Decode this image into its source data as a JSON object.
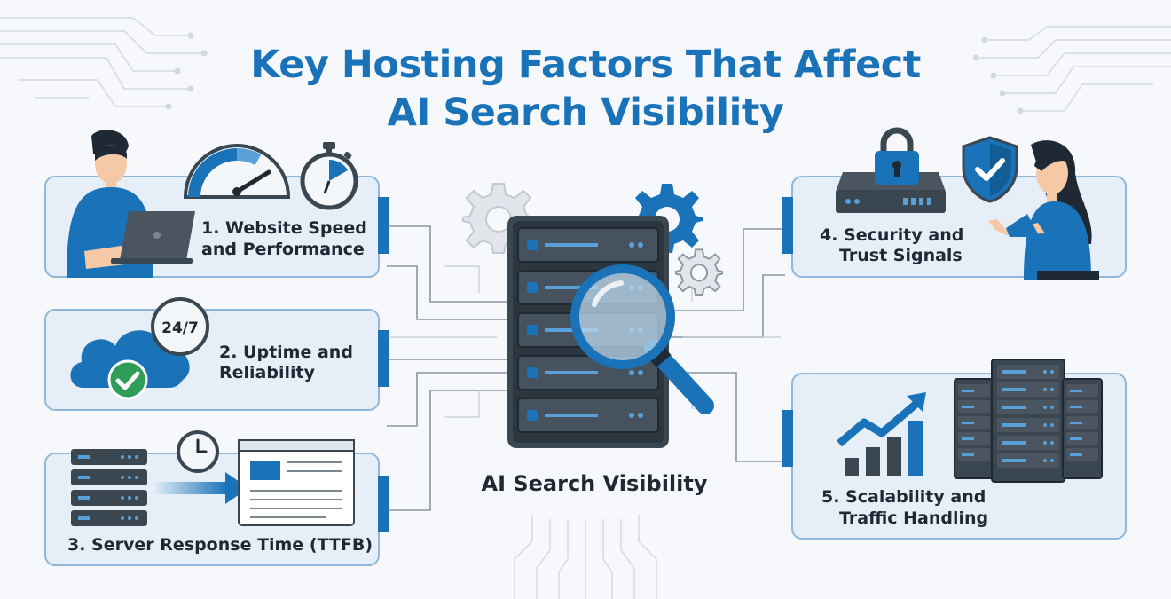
{
  "title": {
    "line1": "Key Hosting Factors That Affect",
    "line2": "AI Search Visibility"
  },
  "center": {
    "label": "AI Search Visibility",
    "icons": [
      "server-rack-icon",
      "magnifying-glass-icon",
      "gear-icon"
    ]
  },
  "factors": [
    {
      "line1": "1. Website Speed",
      "line2": "and Performance",
      "icons": [
        "person-laptop-icon",
        "speedometer-icon",
        "stopwatch-icon"
      ]
    },
    {
      "line1": "2. Uptime and",
      "line2": "Reliability",
      "icons": [
        "cloud-icon",
        "check-icon",
        "clock-icon"
      ],
      "badge": "24/7"
    },
    {
      "line1": "3. Server Response Time (TTFB)",
      "icons": [
        "server-stack-icon",
        "clock-icon",
        "arrow-icon",
        "web-page-icon"
      ]
    },
    {
      "line1": "4. Security and",
      "line2": "Trust Signals",
      "icons": [
        "padlock-icon",
        "router-icon",
        "shield-check-icon",
        "person-presenting-icon"
      ]
    },
    {
      "line1": "5. Scalability and",
      "line2": "Traffic Handling",
      "icons": [
        "growth-chart-icon",
        "server-cluster-icon"
      ]
    }
  ],
  "colors": {
    "primary": "#1a73b8",
    "card_background": "#e6eff8",
    "card_border": "#8fb7da",
    "server_dark": "#3a4650",
    "text": "#1f2933",
    "check_green": "#2e9d58"
  }
}
